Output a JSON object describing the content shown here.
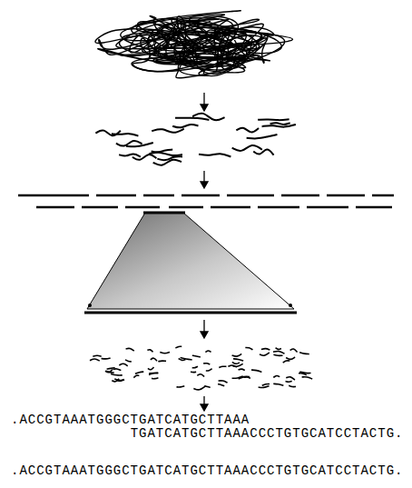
{
  "diagram": {
    "labels": [
      ".ACCGTAAATGGGCTGATCATGCTTAAA",
      "TGATCATGCTTAAACCCTGTGCATCCTACTG.",
      ".ACCGTAAATGGGCTGATCATGCTTAAACCCTGTGCATCCTACTG."
    ]
  }
}
